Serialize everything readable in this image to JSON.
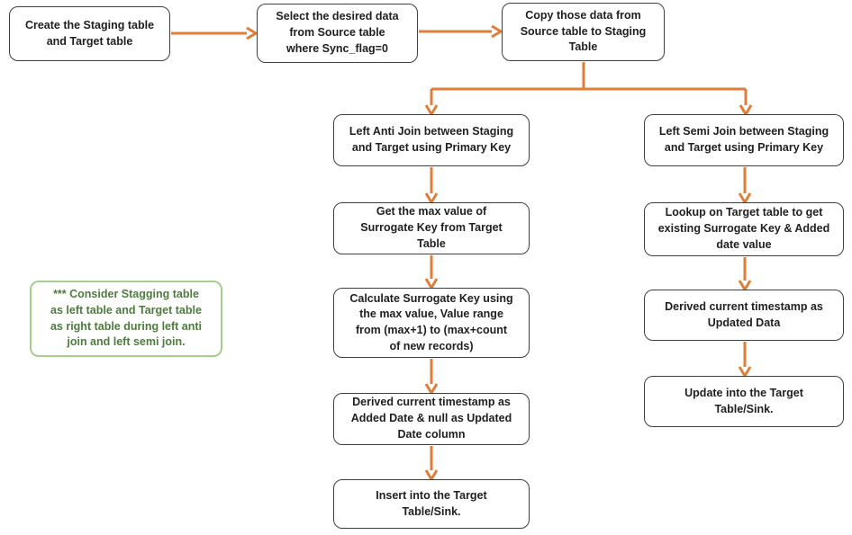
{
  "diagram": {
    "type": "flowchart",
    "colors": {
      "background": "#FFFFFF",
      "arrow": "#E07E39",
      "box_border": "#3F3F3F",
      "box_text": "#1F1F1F",
      "note_border": "#A7CE8F",
      "note_text": "#4F7B3F"
    },
    "nodes": {
      "create": {
        "label": "Create the Staging table\nand Target table"
      },
      "select": {
        "label": "Select the desired data\nfrom Source table\nwhere Sync_flag=0"
      },
      "copy": {
        "label": "Copy those data from\nSource table to Staging\nTable"
      },
      "left_anti": {
        "label": "Left Anti Join between Staging\nand Target using Primary Key"
      },
      "get_max": {
        "label": "Get the max value of\nSurrogate Key from Target\nTable"
      },
      "calc_key": {
        "label": "Calculate Surrogate Key using\nthe max value, Value range\nfrom (max+1) to (max+count\nof new records)"
      },
      "derived_added": {
        "label": "Derived current timestamp as\nAdded Date & null as Updated\nDate column"
      },
      "insert": {
        "label": "Insert into the Target\nTable/Sink."
      },
      "left_semi": {
        "label": "Left Semi Join between Staging\nand Target using Primary Key"
      },
      "lookup": {
        "label": "Lookup on Target table to get\nexisting Surrogate Key & Added\ndate value"
      },
      "derived_updated": {
        "label": "Derived current timestamp as\nUpdated Data"
      },
      "update": {
        "label": "Update into the Target\nTable/Sink."
      }
    },
    "note": {
      "label": "*** Consider Stagging table\nas left table and Target table\nas right table during left anti\njoin and left semi join."
    },
    "edges": [
      {
        "from": "create",
        "to": "select"
      },
      {
        "from": "select",
        "to": "copy"
      },
      {
        "from": "copy",
        "to": "left_anti"
      },
      {
        "from": "copy",
        "to": "left_semi"
      },
      {
        "from": "left_anti",
        "to": "get_max"
      },
      {
        "from": "get_max",
        "to": "calc_key"
      },
      {
        "from": "calc_key",
        "to": "derived_added"
      },
      {
        "from": "derived_added",
        "to": "insert"
      },
      {
        "from": "left_semi",
        "to": "lookup"
      },
      {
        "from": "lookup",
        "to": "derived_updated"
      },
      {
        "from": "derived_updated",
        "to": "update"
      }
    ]
  }
}
